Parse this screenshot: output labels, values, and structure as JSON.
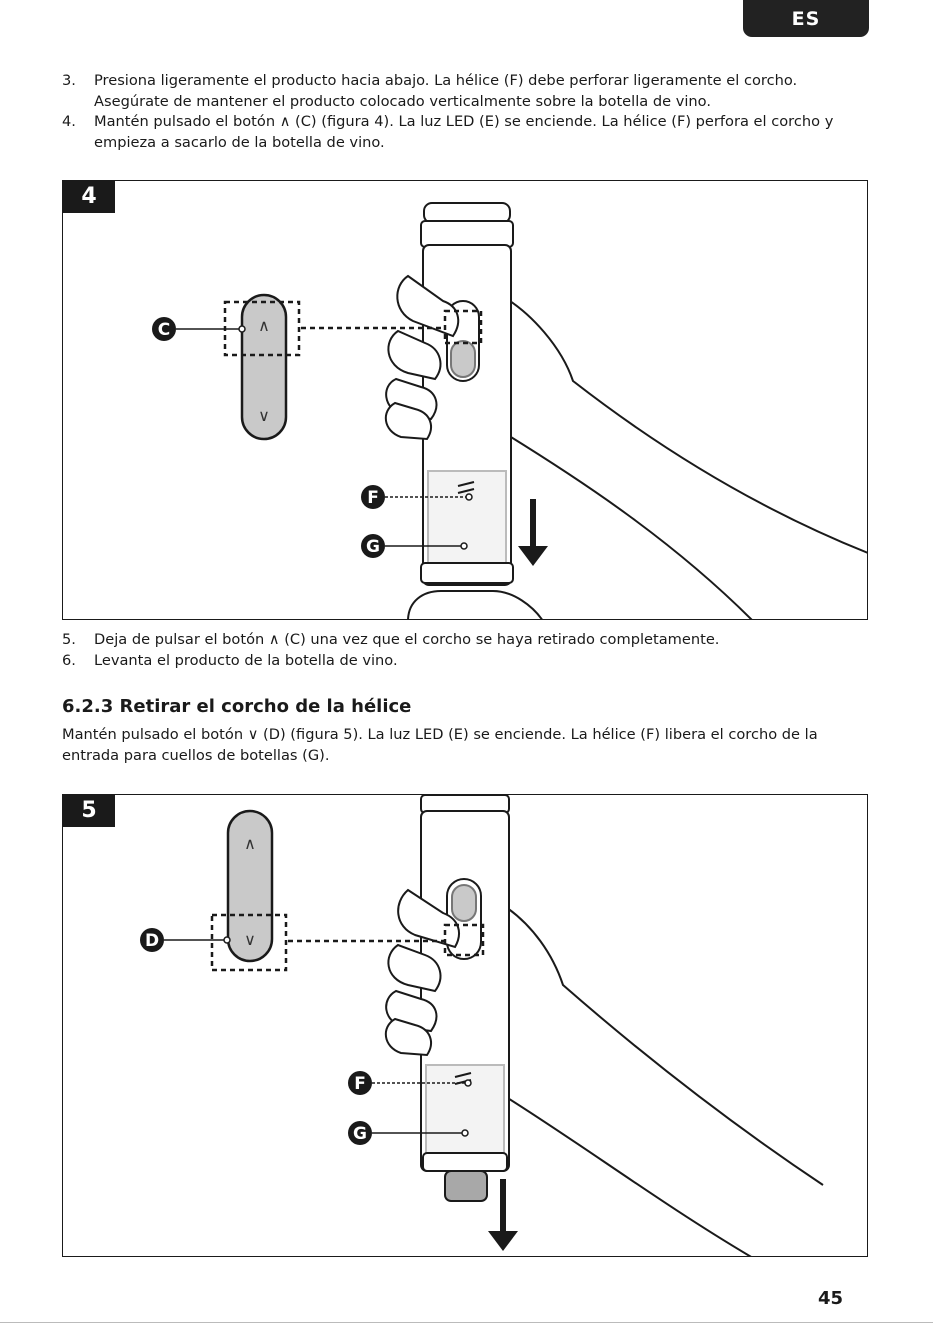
{
  "header": {
    "language_tab": "ES"
  },
  "steps_top": [
    {
      "num": "3.",
      "text": "Presiona ligeramente el producto hacia abajo. La hélice (F) debe perforar ligeramente el corcho. Asegúrate de mantener el producto colocado verticalmente sobre la botella de vino."
    },
    {
      "num": "4.",
      "text": "Mantén pulsado el botón ∧ (C) (figura 4). La luz LED (E) se enciende. La hélice (F) perfora el corcho y empieza a sacarlo de la botella de vino."
    }
  ],
  "figure4": {
    "number": "4",
    "callouts": {
      "button": "C",
      "helix": "F",
      "bottle_inlet": "G"
    },
    "button_glyphs": {
      "up": "∧",
      "down": "∨"
    }
  },
  "steps_mid": [
    {
      "num": "5.",
      "text": "Deja de pulsar el botón ∧ (C) una vez que el corcho se haya retirado completamente."
    },
    {
      "num": "6.",
      "text": "Levanta el producto de la botella de vino."
    }
  ],
  "section": {
    "heading": "6.2.3 Retirar el corcho de la hélice",
    "paragraph": "Mantén pulsado el botón ∨ (D) (figura 5). La luz LED (E) se enciende. La hélice (F) libera el corcho de la entrada para cuellos de botellas (G)."
  },
  "figure5": {
    "number": "5",
    "callouts": {
      "button": "D",
      "helix": "F",
      "bottle_inlet": "G"
    },
    "button_glyphs": {
      "up": "∧",
      "down": "∨"
    }
  },
  "footer": {
    "page_number": "45"
  }
}
